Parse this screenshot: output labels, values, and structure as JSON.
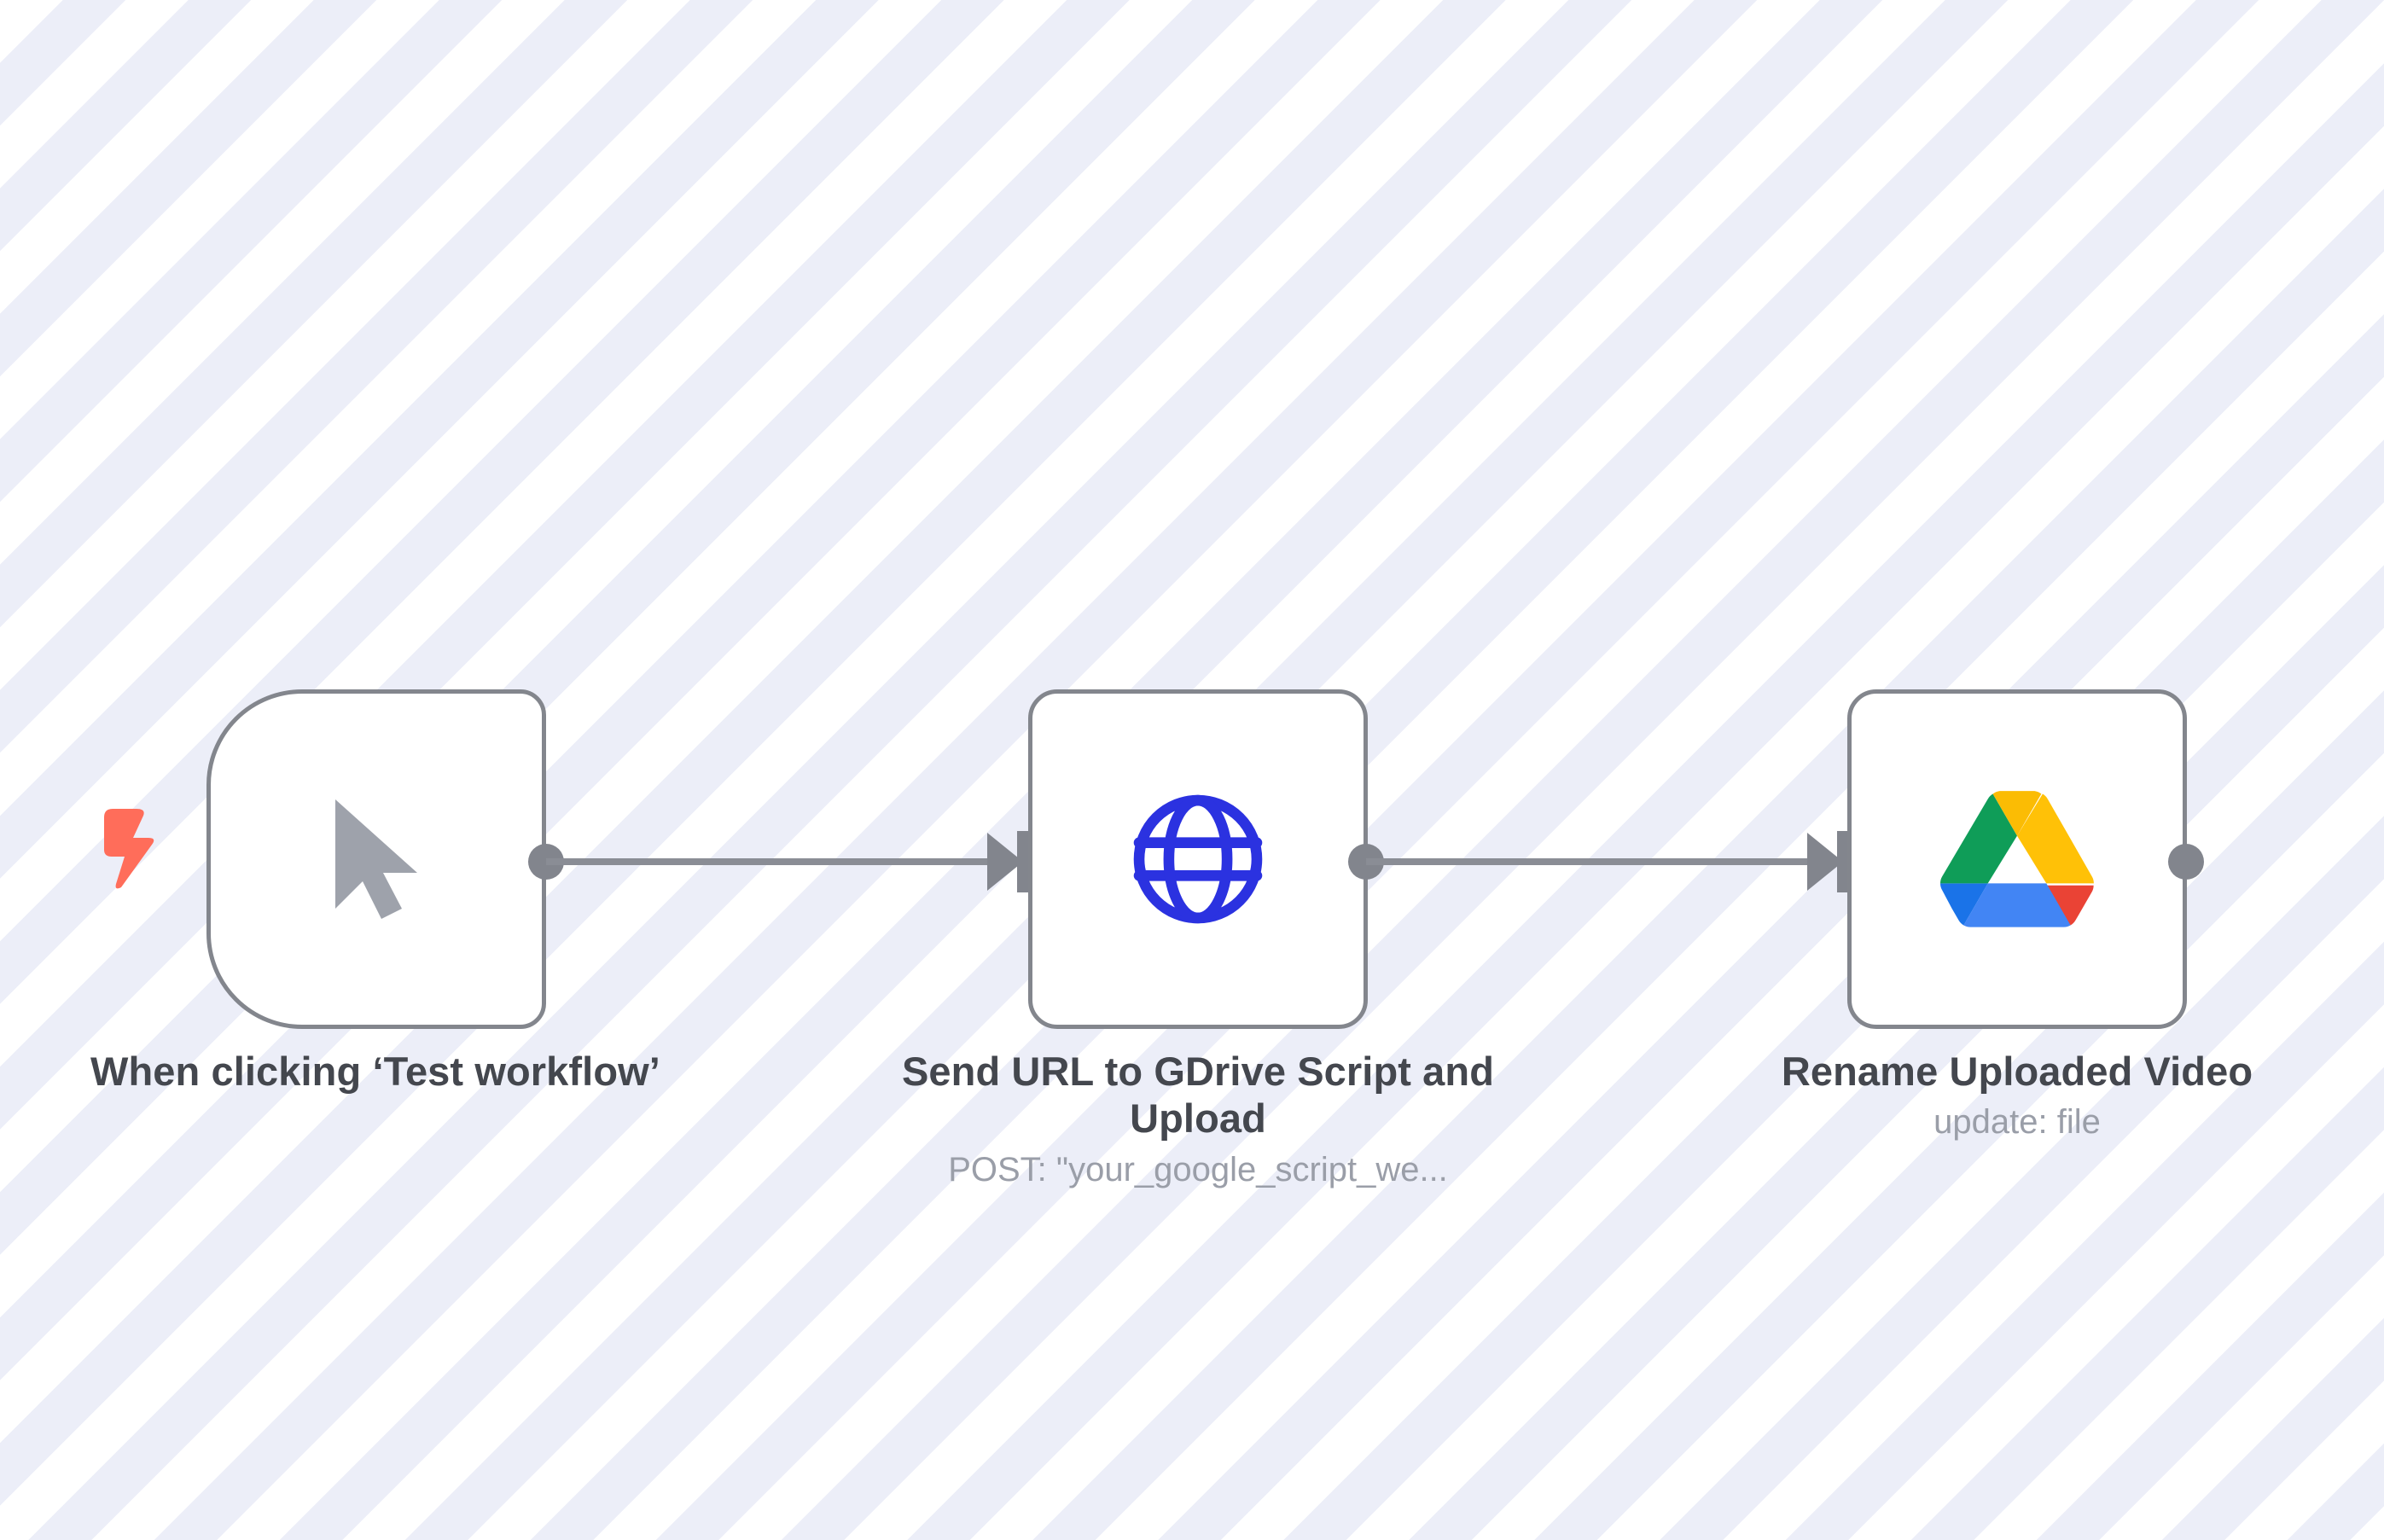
{
  "canvas": {
    "background_color": "#fbfbfe",
    "stripe_color": "#eceef8"
  },
  "workflow": {
    "nodes": [
      {
        "id": "manual-trigger",
        "title": "When clicking ‘Test workflow’",
        "subtitle": "",
        "icon": "cursor-pointer-icon",
        "icon_color": "#9ea2ab",
        "badge": "lightning-bolt-icon",
        "badge_color": "#ff6d5a",
        "shape": "trigger",
        "has_input": false,
        "has_output": true
      },
      {
        "id": "http-request",
        "title": "Send URL to GDrive Script and Upload",
        "subtitle": "POST: \"your_google_script_we...",
        "icon": "globe-icon",
        "icon_color": "#2b32e0",
        "shape": "square",
        "has_input": true,
        "has_output": true
      },
      {
        "id": "google-drive",
        "title": "Rename Uploaded Video",
        "subtitle": "update: file",
        "icon": "google-drive-icon",
        "icon_color": "#0f9d58",
        "shape": "square",
        "has_input": true,
        "has_output": true
      }
    ],
    "connections": [
      {
        "from": "manual-trigger",
        "to": "http-request"
      },
      {
        "from": "http-request",
        "to": "google-drive"
      }
    ],
    "colors": {
      "node_border": "#83868d",
      "node_fill": "#ffffff",
      "connector": "#8a8d95",
      "title_text": "#44474e",
      "subtitle_text": "#9a9ea8",
      "drive_green": "#0f9d58",
      "drive_yellow": "#ffc107",
      "drive_blue": "#4285f4",
      "drive_red": "#ea4335",
      "drive_dark_green": "#0b8043",
      "drive_dark_blue": "#1a73e8"
    }
  }
}
